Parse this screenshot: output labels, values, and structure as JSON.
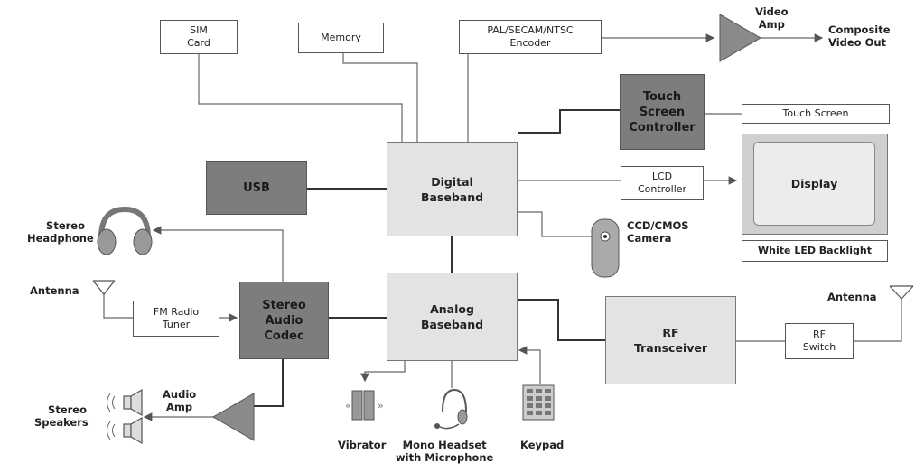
{
  "blocks": {
    "sim_card": "SIM\nCard",
    "memory": "Memory",
    "encoder": "PAL/SECAM/NTSC\nEncoder",
    "touch_controller": "Touch\nScreen\nController",
    "touch_screen": "Touch Screen",
    "usb": "USB",
    "digital_baseband": "Digital\nBaseband",
    "lcd_controller": "LCD\nController",
    "display": "Display",
    "backlight": "White LED Backlight",
    "analog_baseband": "Analog\nBaseband",
    "stereo_codec": "Stereo\nAudio\nCodec",
    "fm_tuner": "FM Radio\nTuner",
    "rf_transceiver": "RF\nTransceiver",
    "rf_switch": "RF\nSwitch"
  },
  "labels": {
    "video_amp": "Video\nAmp",
    "composite_out": "Composite\nVideo Out",
    "camera": "CCD/CMOS\nCamera",
    "stereo_headphone": "Stereo\nHeadphone",
    "antenna_left": "Antenna",
    "antenna_right": "Antenna",
    "audio_amp": "Audio\nAmp",
    "stereo_speakers": "Stereo\nSpeakers",
    "vibrator": "Vibrator",
    "mono_headset": "Mono Headset\nwith Microphone",
    "keypad": "Keypad"
  },
  "colors": {
    "light_block": "#e3e3e3",
    "dark_block": "#7d7d7d",
    "line": "#555555"
  }
}
